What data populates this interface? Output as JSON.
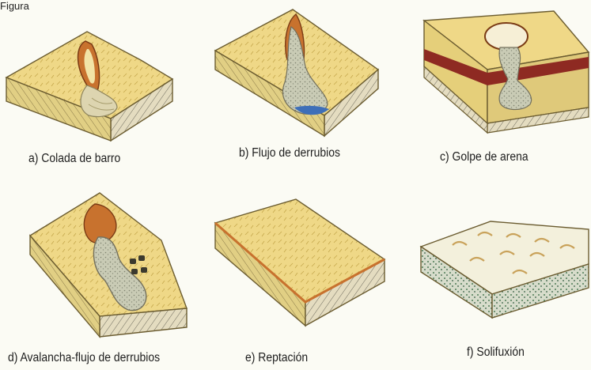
{
  "header_clip": "Figura",
  "panels": [
    {
      "label": "a) Colada de barro"
    },
    {
      "label": "b) Flujo de derrubios"
    },
    {
      "label": "c) Golpe de arena"
    },
    {
      "label": "d) Avalancha-flujo de derrubios"
    },
    {
      "label": "e) Reptación"
    },
    {
      "label": "f) Solifuxión"
    }
  ],
  "colors": {
    "slope": "#ecd37c",
    "soil_side": "#d7c78c",
    "scar": "#c8722e",
    "debris": "#c8c9b4",
    "water": "#3e6fb8",
    "sand_band": "#8e2a22",
    "snow": "#f3f0dc"
  }
}
